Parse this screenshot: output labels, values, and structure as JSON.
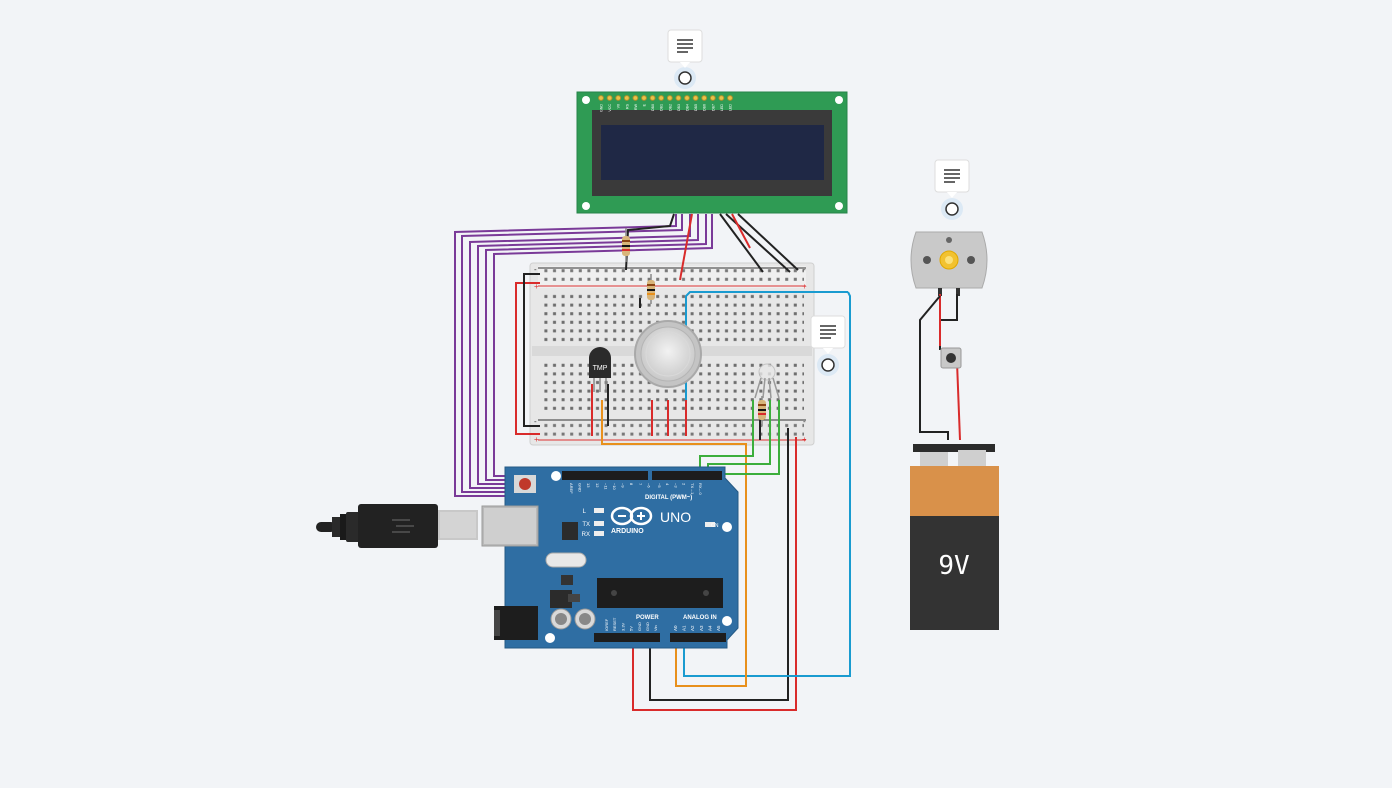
{
  "lcd": {
    "pin_labels": [
      "GND",
      "VCC",
      "V0",
      "RS",
      "RW",
      "E",
      "DB0",
      "DB1",
      "DB2",
      "DB3",
      "DB4",
      "DB5",
      "DB6",
      "DB7",
      "LED",
      "LED"
    ]
  },
  "arduino": {
    "brand": "ARDUINO",
    "model": "UNO",
    "digital_header": "DIGITAL (PWM~)",
    "power_header": "POWER",
    "analog_header": "ANALOG IN",
    "on_label": "ON",
    "leds": [
      "L",
      "TX",
      "RX"
    ],
    "digital_pins": [
      "AREF",
      "GND",
      "13",
      "12",
      "~11",
      "~10",
      "~9",
      "8",
      "7",
      "~6",
      "~5",
      "4",
      "~3",
      "2",
      "TX→1",
      "RX←0"
    ],
    "power_pins": [
      "IOREF",
      "RESET",
      "3.3V",
      "5V",
      "GND",
      "GND",
      "Vin"
    ],
    "analog_pins": [
      "A0",
      "A1",
      "A2",
      "A3",
      "A4",
      "A5"
    ]
  },
  "tmp_sensor": {
    "label": "TMP"
  },
  "battery": {
    "label": "9V"
  },
  "notes": [
    {
      "id": "lcd-note"
    },
    {
      "id": "motor-note"
    },
    {
      "id": "gas-sensor-note"
    }
  ],
  "colors": {
    "background": "#f2f4f7",
    "wire_red": "#d92b2b",
    "wire_black": "#222222",
    "wire_purple": "#7a3a98",
    "wire_blue": "#1a9bd0",
    "wire_orange": "#e8901c",
    "wire_green": "#3cae3c",
    "arduino_board": "#2f6ea3",
    "lcd_pcb": "#2f9b54",
    "lcd_screen": "#1f2845"
  }
}
